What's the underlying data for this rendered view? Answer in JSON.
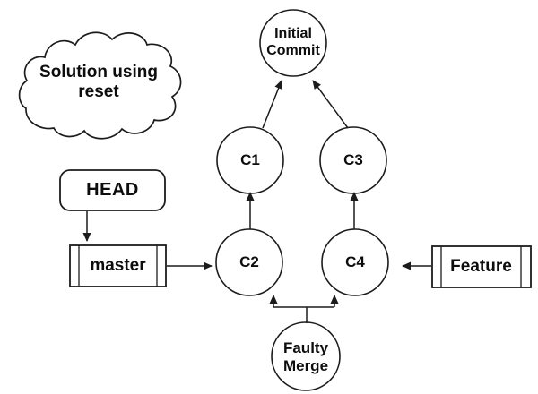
{
  "diagram": {
    "cloud_note": "Solution using reset",
    "nodes": {
      "initial_commit": "Initial Commit",
      "c1": "C1",
      "c2": "C2",
      "c3": "C3",
      "c4": "C4",
      "faulty_merge": "Faulty Merge",
      "head": "HEAD",
      "master": "master",
      "feature": "Feature"
    },
    "colors": {
      "stroke": "#1c1c1c",
      "background": "#ffffff",
      "text": "#0d0d0d"
    }
  }
}
